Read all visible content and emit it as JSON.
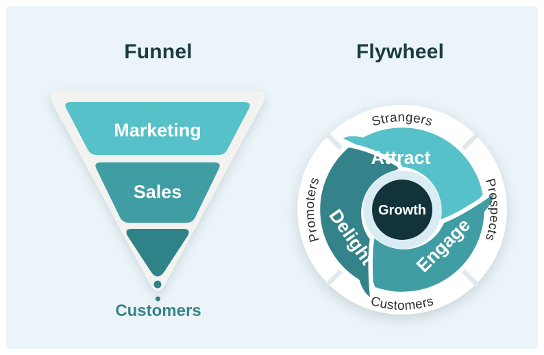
{
  "funnel": {
    "title": "Funnel",
    "stages": [
      {
        "label": "Marketing",
        "color": "#57C1C9"
      },
      {
        "label": "Sales",
        "color": "#3F9DA3"
      },
      {
        "label": "",
        "color": "#2F8288"
      }
    ],
    "outcome_label": "Customers",
    "outcome_color": "#36858B",
    "body_color": "#F2F3F1",
    "drip_dot_color": "#2F8288"
  },
  "flywheel": {
    "title": "Flywheel",
    "center_label": "Growth",
    "center_color": "#13333A",
    "center_ring_color": "#D9ECF4",
    "ring_color": "#FFFFFF",
    "segments": [
      {
        "label": "Attract",
        "color": "#57C1C9"
      },
      {
        "label": "Engage",
        "color": "#3F9DA3"
      },
      {
        "label": "Delight",
        "color": "#35838A"
      }
    ],
    "ring_labels": [
      {
        "label": "Strangers",
        "position": "top"
      },
      {
        "label": "Prospects",
        "position": "right"
      },
      {
        "label": "Customers",
        "position": "bottom"
      },
      {
        "label": "Promoters",
        "position": "left"
      }
    ]
  },
  "colors": {
    "panel_background": "#EBF4F8",
    "title_text": "#1B3B40",
    "ring_label_text": "#2D2D2D",
    "notch": "#E2E9ED"
  }
}
